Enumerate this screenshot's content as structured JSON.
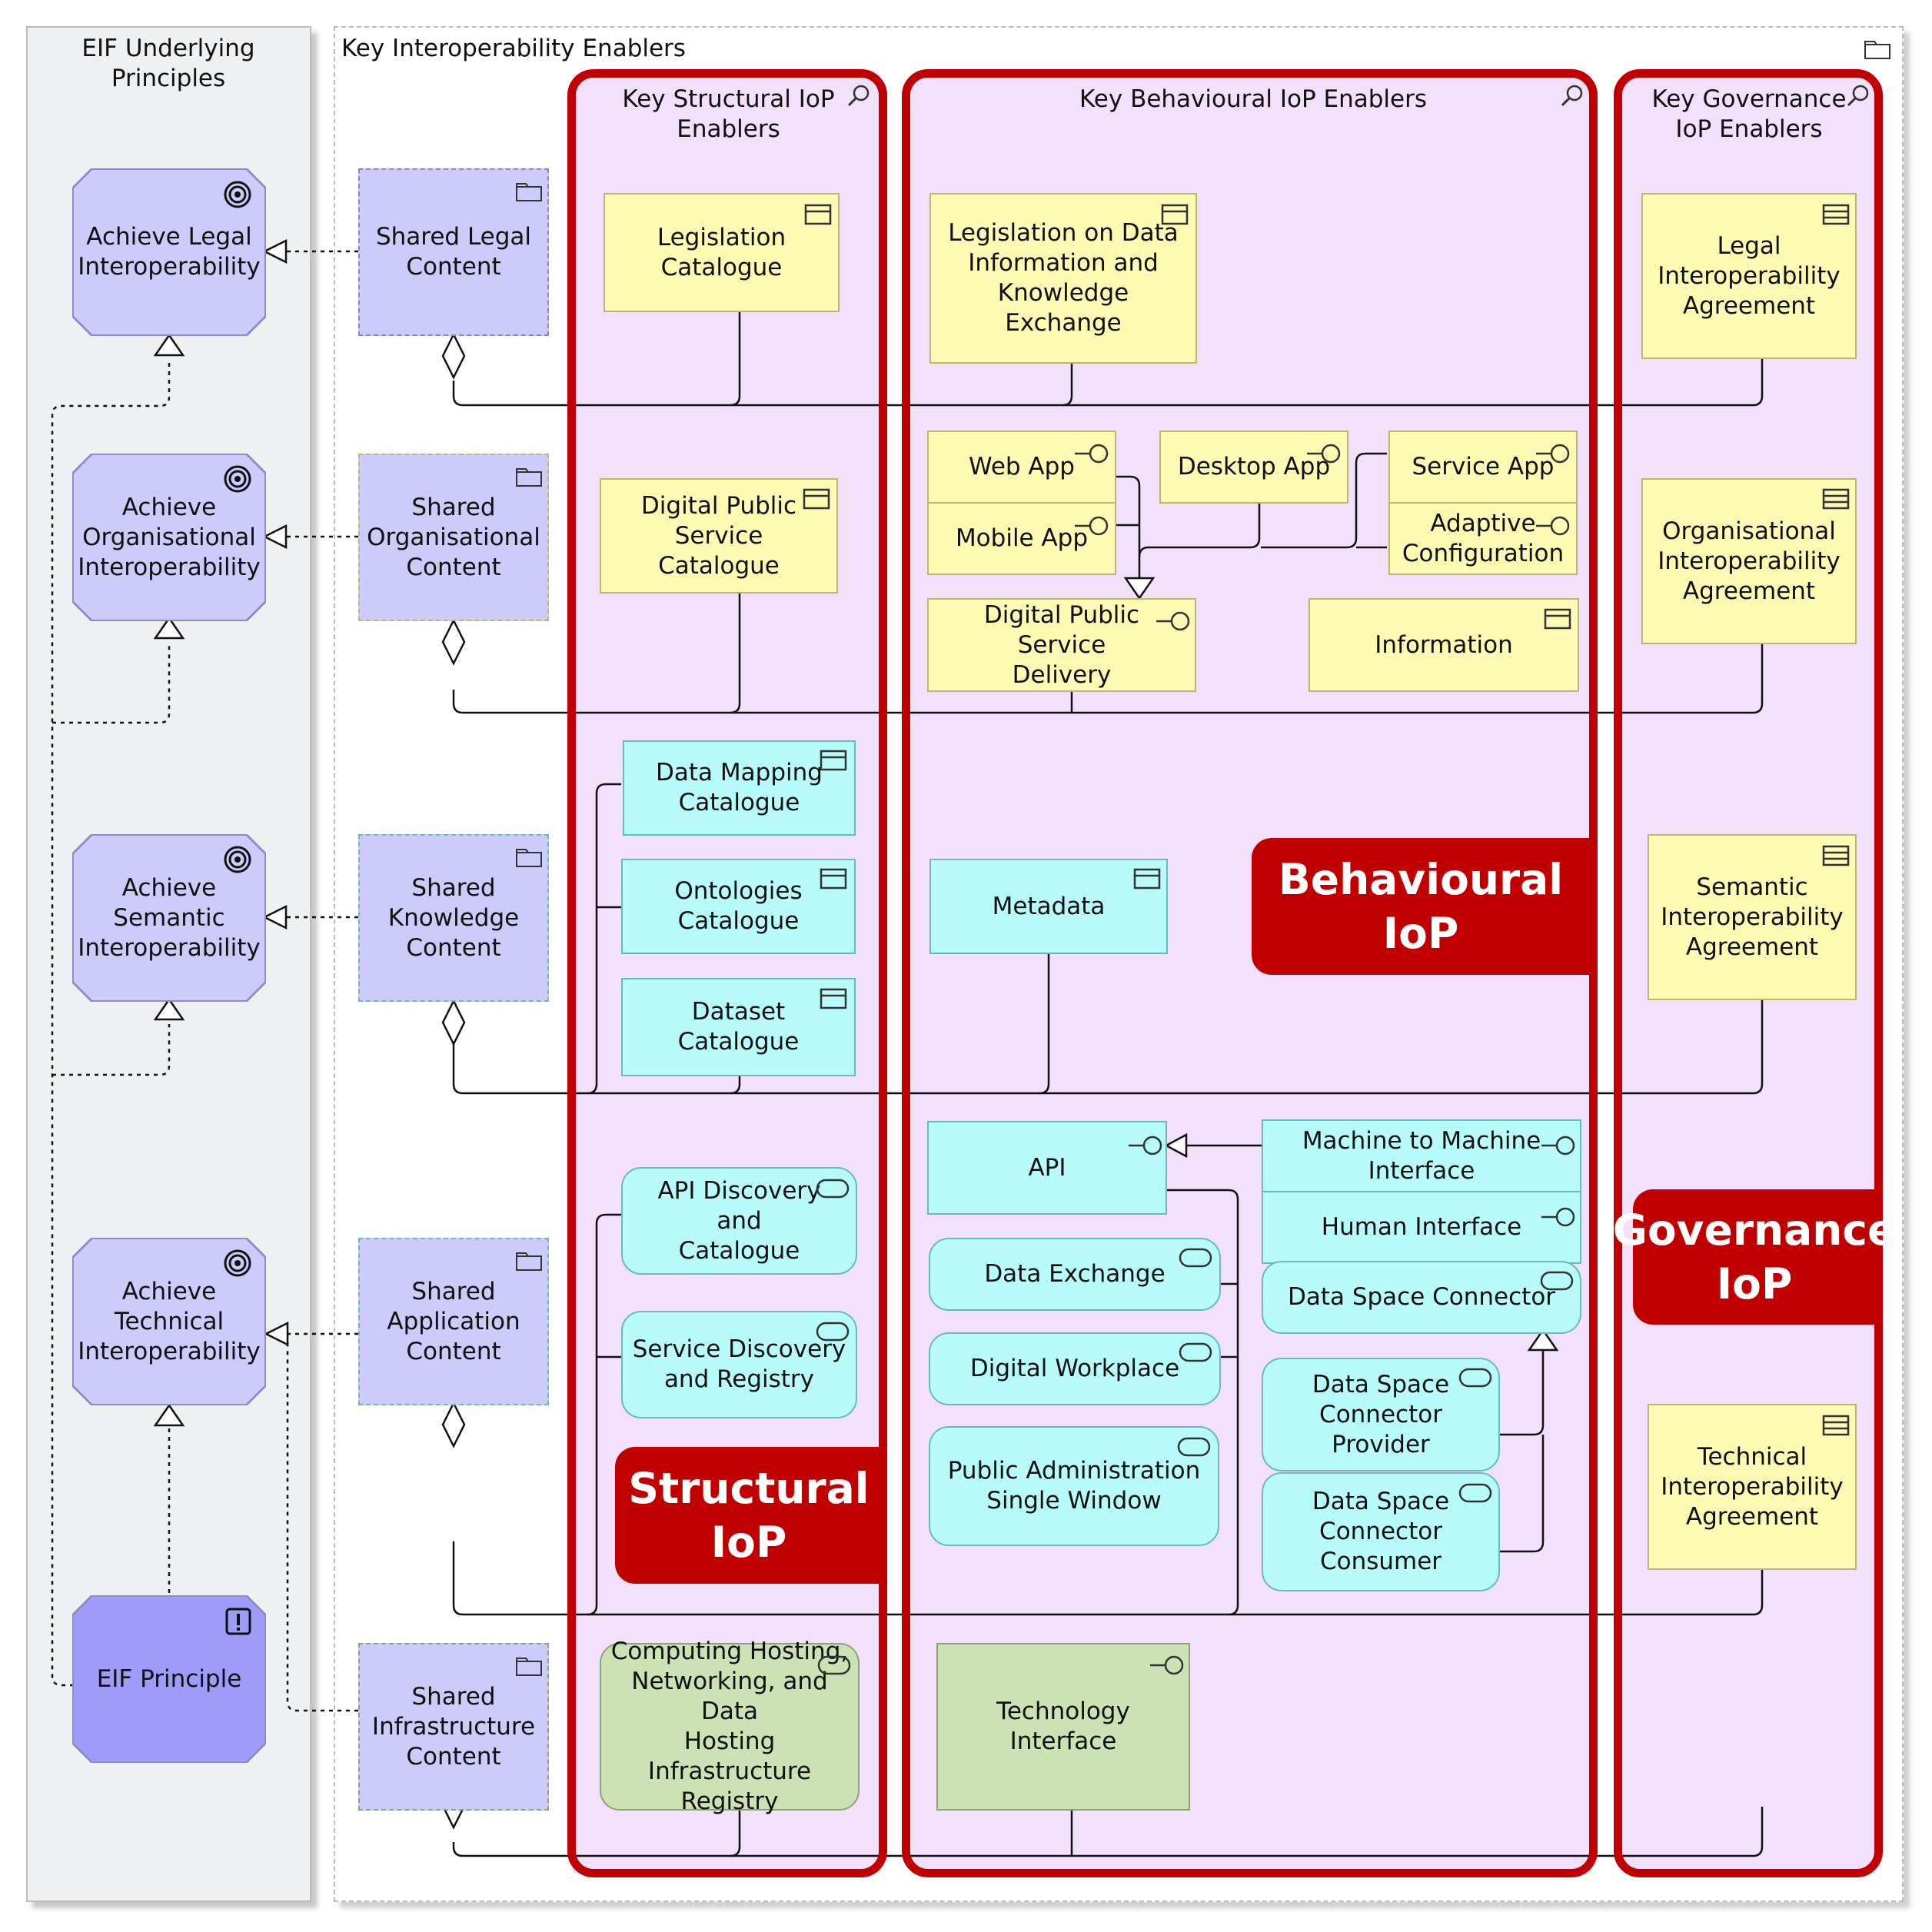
{
  "containers": {
    "principles_title": "EIF Underlying Principles",
    "enablers_title": "Key Interoperability Enablers",
    "structural_title": "Key Structural IoP\nEnablers",
    "behavioural_title": "Key Behavioural IoP Enablers",
    "governance_title": "Key Governance\nIoP Enablers"
  },
  "badges": {
    "structural": "Structural\nIoP",
    "behavioural": "Behavioural\nIoP",
    "governance": "Governance\nIoP"
  },
  "principles": {
    "legal": "Achieve Legal\nInteroperability",
    "organisational": "Achieve\nOrganisational\nInteroperability",
    "semantic": "Achieve\nSemantic\nInteroperability",
    "technical": "Achieve\nTechnical\nInteroperability",
    "eif_principle": "EIF Principle"
  },
  "shared": {
    "legal": "Shared Legal\nContent",
    "organisational": "Shared\nOrganisational\nContent",
    "knowledge": "Shared\nKnowledge\nContent",
    "application": "Shared\nApplication\nContent",
    "infrastructure": "Shared\nInfrastructure\nContent"
  },
  "structural": {
    "legislation_catalogue": "Legislation\nCatalogue",
    "dps_catalogue": "Digital Public Service\nCatalogue",
    "data_mapping": "Data Mapping\nCatalogue",
    "ontologies": "Ontologies\nCatalogue",
    "dataset": "Dataset Catalogue",
    "api_discovery": "API Discovery and\nCatalogue",
    "service_discovery": "Service Discovery\nand Registry",
    "computing_hosting": "Computing Hosting,\nNetworking, and Data\nHosting Infrastructure\nRegistry"
  },
  "behavioural": {
    "legislation_data": "Legislation on Data\nInformation and\nKnowledge Exchange",
    "web_app": "Web App",
    "mobile_app": "Mobile App",
    "desktop_app": "Desktop App",
    "service_app": "Service App",
    "adaptive_config": "Adaptive\nConfiguration",
    "dps_delivery": "Digital Public Service\nDelivery",
    "information": "Information",
    "metadata": "Metadata",
    "api": "API",
    "m2m": "Machine to Machine\nInterface",
    "human_interface": "Human Interface",
    "data_exchange": "Data Exchange",
    "digital_workplace": "Digital Workplace",
    "public_admin": "Public Administration\nSingle Window",
    "dsc": "Data Space Connector",
    "dsc_provider": "Data Space\nConnector Provider",
    "dsc_consumer": "Data Space\nConnector\nConsumer",
    "tech_interface": "Technology Interface"
  },
  "governance": {
    "legal": "Legal\nInteroperability\nAgreement",
    "organisational": "Organisational\nInteroperability\nAgreement",
    "semantic": "Semantic\nInteroperability\nAgreement",
    "technical": "Technical\nInteroperability\nAgreement"
  },
  "colors": {
    "emphasis_red": "#c00000",
    "business_yellow": "#fdfab4",
    "application_cyan": "#b7fbfb",
    "technology_green": "#cce2b5",
    "motivation_violet": "#cccbfa",
    "principle_violet": "#9e9bf9",
    "column_pink": "#f3e0fa"
  }
}
